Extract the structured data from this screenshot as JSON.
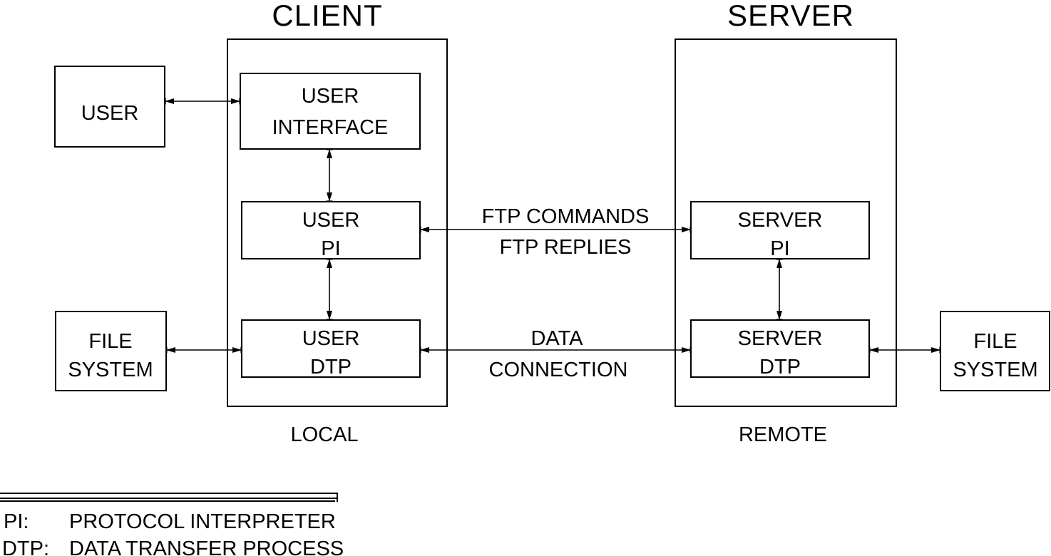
{
  "diagram": {
    "titles": {
      "client": "CLIENT",
      "server": "SERVER"
    },
    "subtitles": {
      "local": "LOCAL",
      "remote": "REMOTE"
    },
    "boxes": {
      "user": {
        "label": "USER"
      },
      "user_interface": {
        "line1": "USER",
        "line2": "INTERFACE"
      },
      "user_pi": {
        "line1": "USER",
        "line2": "PI"
      },
      "user_dtp": {
        "line1": "USER",
        "line2": "DTP"
      },
      "server_pi": {
        "line1": "SERVER",
        "line2": "PI"
      },
      "server_dtp": {
        "line1": "SERVER",
        "line2": "DTP"
      },
      "file_system_left": {
        "line1": "FILE",
        "line2": "SYSTEM"
      },
      "file_system_right": {
        "line1": "FILE",
        "line2": "SYSTEM"
      }
    },
    "connections": {
      "control_line1": "FTP COMMANDS",
      "control_line2": "FTP REPLIES",
      "data_line1": "DATA",
      "data_line2": "CONNECTION"
    },
    "legend": {
      "pi_term": "PI:",
      "pi_definition": "PROTOCOL INTERPRETER",
      "dtp_term": "DTP:",
      "dtp_definition": "DATA TRANSFER PROCESS"
    },
    "colors": {
      "line": "#000000",
      "background": "#ffffff"
    }
  }
}
